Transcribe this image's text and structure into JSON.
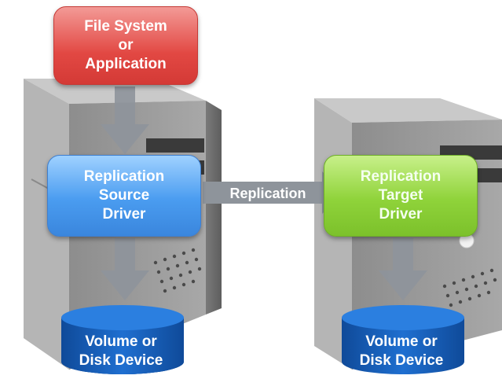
{
  "diagram": {
    "file_system_box": {
      "lines": [
        "File System",
        "or",
        "Application"
      ],
      "color": "#e24843"
    },
    "source_driver_box": {
      "lines": [
        "Replication",
        "Source",
        "Driver"
      ],
      "color": "#4a9cf0"
    },
    "target_driver_box": {
      "lines": [
        "Replication",
        "Target",
        "Driver"
      ],
      "color": "#8fd33a"
    },
    "replication_arrow": {
      "label": "Replication"
    },
    "volume_left": {
      "lines": [
        "Volume or",
        "Disk Device"
      ],
      "color": "#1a5fb4"
    },
    "volume_right": {
      "lines": [
        "Volume or",
        "Disk Device"
      ],
      "color": "#1a5fb4"
    },
    "arrow_color": "#8e949b",
    "server_color": "#9a9a9a"
  }
}
